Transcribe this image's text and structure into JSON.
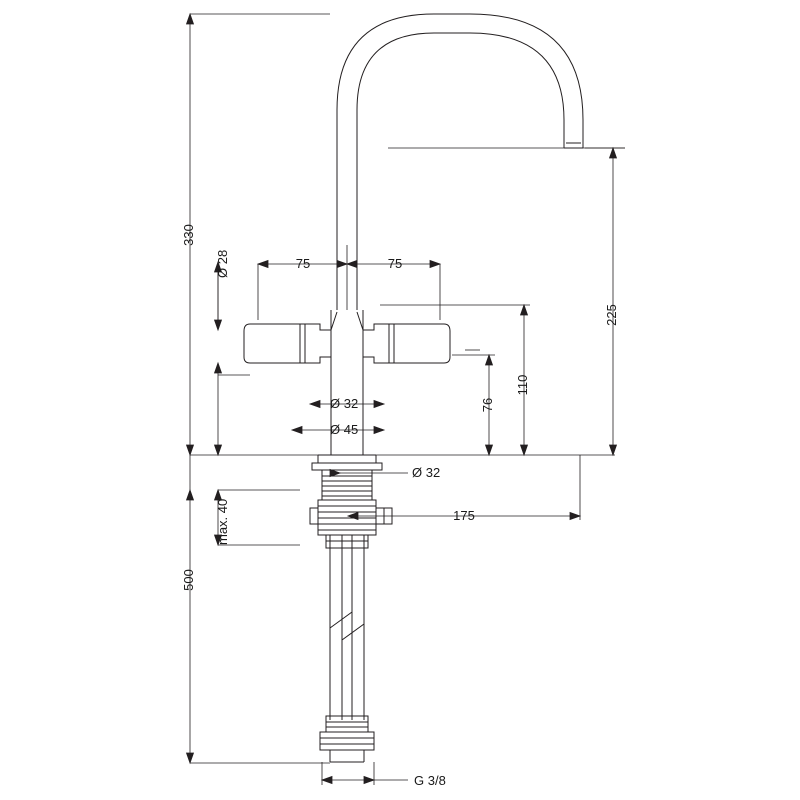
{
  "drawing": {
    "title": "Technical dimension drawing - two-handle basin mixer",
    "units": "mm",
    "line_color": "#231f20",
    "background": "#ffffff"
  },
  "dimensions": {
    "height_total": "330",
    "spout_height": "225",
    "handle_height": "110",
    "handle_inner_height": "76",
    "left_offset": "75",
    "right_offset": "75",
    "projection": "175",
    "max_thickness": "max. 40",
    "supply_length": "500",
    "dia_28": "Ø 28",
    "dia_32_body": "Ø 32",
    "dia_45": "Ø 45",
    "dia_32_shank": "Ø 32",
    "thread": "G 3/8"
  }
}
